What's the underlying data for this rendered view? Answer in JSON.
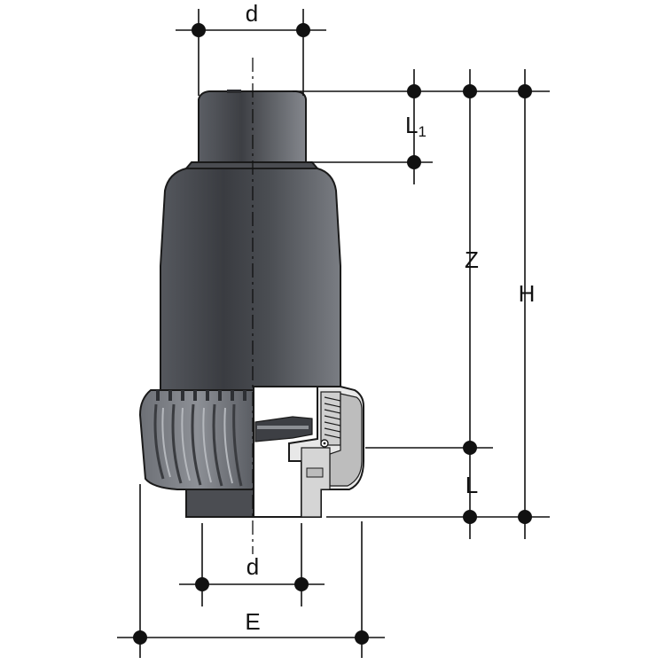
{
  "labels": {
    "d_top": "d",
    "L1_main": "L",
    "L1_sub": "1",
    "Z": "Z",
    "H": "H",
    "L": "L",
    "d_bottom": "d",
    "E": "E"
  },
  "colors": {
    "body_dark": "#3d3f44",
    "body_mid": "#6a6d73",
    "body_light": "#9a9da3",
    "section_light": "#e6e6e6",
    "section_mid": "#b9b9b9",
    "line": "#111111"
  }
}
